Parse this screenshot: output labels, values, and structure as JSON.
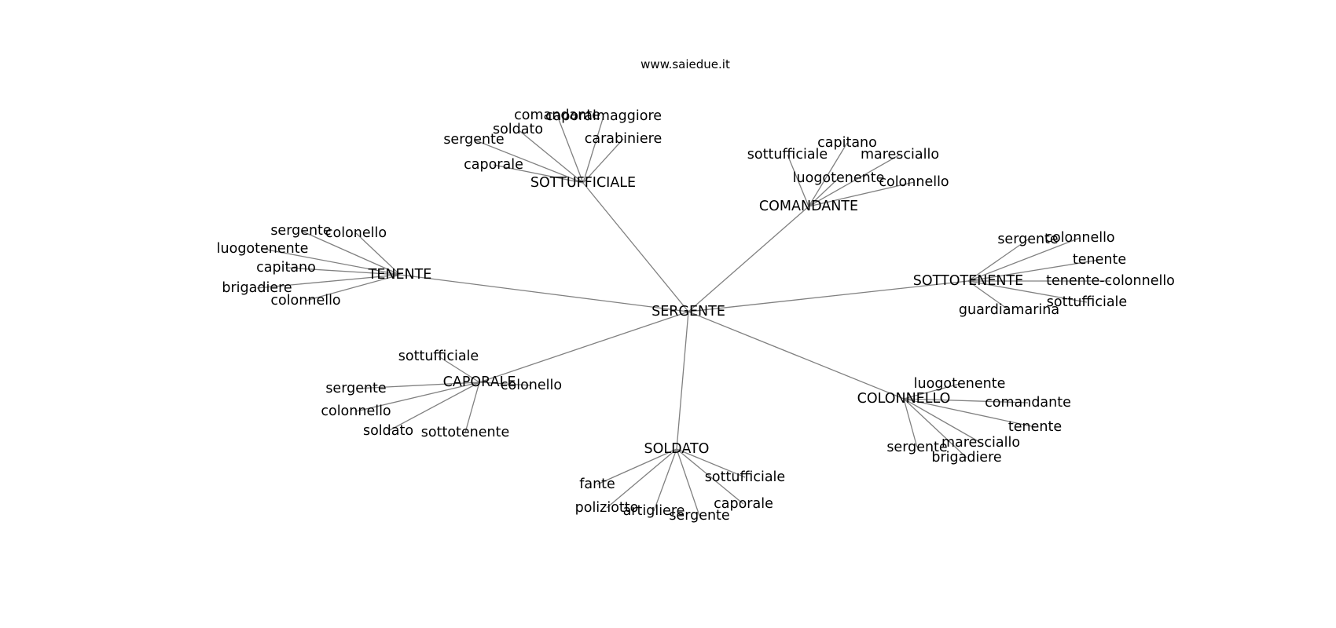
{
  "header": {
    "watermark": "www.saiedue.it"
  },
  "graph": {
    "center": "SERGENTE",
    "clusters": [
      {
        "hub": "SOTTUFFICIALE",
        "leaves": [
          "comandante",
          "caporalmaggiore",
          "soldato",
          "carabiniere",
          "sergente",
          "caporale"
        ]
      },
      {
        "hub": "COMANDANTE",
        "leaves": [
          "capitano",
          "sottufficiale",
          "maresciallo",
          "luogotenente",
          "colonnello"
        ]
      },
      {
        "hub": "TENENTE",
        "leaves": [
          "sergente",
          "colonello",
          "luogotenente",
          "capitano",
          "brigadiere",
          "colonnello"
        ]
      },
      {
        "hub": "SOTTOTENENTE",
        "leaves": [
          "sergente",
          "colonnello",
          "tenente",
          "tenente-colonnello",
          "sottufficiale",
          "guardiamarina"
        ]
      },
      {
        "hub": "CAPORALE",
        "leaves": [
          "sottufficiale",
          "sergente",
          "colonnello",
          "colonello",
          "soldato",
          "sottotenente"
        ]
      },
      {
        "hub": "COLONNELLO",
        "leaves": [
          "luogotenente",
          "comandante",
          "tenente",
          "maresciallo",
          "sergente",
          "brigadiere"
        ]
      },
      {
        "hub": "SOLDATO",
        "leaves": [
          "fante",
          "sottufficiale",
          "poliziotto",
          "artigliere",
          "caporale",
          "sergente"
        ]
      }
    ]
  }
}
